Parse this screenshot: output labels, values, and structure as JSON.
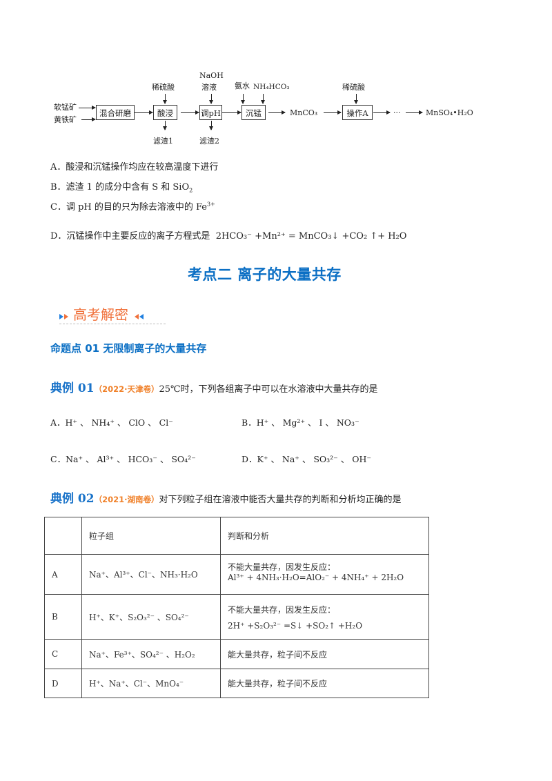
{
  "flowchart": {
    "inputs": [
      "软锰矿",
      "黄铁矿"
    ],
    "steps": [
      {
        "label": "混合研磨"
      },
      {
        "label": "酸浸",
        "reagent": "稀硫酸",
        "residue": "滤渣1"
      },
      {
        "label": "调pH",
        "reagent_line1": "NaOH",
        "reagent_line2": "溶液",
        "residue": "滤渣2"
      },
      {
        "label": "沉锰",
        "reagent_a": "氨水",
        "reagent_b": "NH₄HCO₃"
      },
      {
        "label": "操作A",
        "reagent": "稀硫酸"
      }
    ],
    "intermediate": "MnCO₃",
    "ellipsis": "···",
    "product": "MnSO₄•H₂O"
  },
  "question_options": {
    "A": "A．酸浸和沉锰操作均应在较高温度下进行",
    "B_prefix": "B．滤渣 1 的成分中含有 S 和 SiO",
    "B_sub": "2",
    "C_prefix": "C．调 pH 的目的只为除去溶液中的 Fe",
    "C_sup": "3+",
    "D_prefix": "D．沉锰操作中主要反应的离子方程式是",
    "D_equation": "2HCO₃⁻ +Mn²⁺ = MnCO₃↓ +CO₂ ↑+ H₂O"
  },
  "section": {
    "title": "考点二  离子的大量共存",
    "banner": "高考解密",
    "subtopic": "命题点 01  无限制离子的大量共存"
  },
  "example1": {
    "label": "典例 01",
    "source": "（2022·天津卷）",
    "question": "25℃时，下列各组离子中可以在水溶液中大量共存的是",
    "options": {
      "A": {
        "letter": "A．",
        "ions": "H⁺ 、 NH₄⁺ 、 ClO 、 Cl⁻"
      },
      "B": {
        "letter": "B．",
        "ions": "H⁺ 、 Mg²⁺ 、 I 、 NO₃⁻"
      },
      "C": {
        "letter": "C．",
        "ions": "Na⁺ 、 Al³⁺ 、 HCO₃⁻ 、 SO₄²⁻"
      },
      "D": {
        "letter": "D．",
        "ions": "K⁺ 、 Na⁺ 、 SO₃²⁻ 、 OH⁻"
      }
    }
  },
  "example2": {
    "label": "典例 02",
    "source": "（2021·湖南卷）",
    "question": "对下列粒子组在溶液中能否大量共存的判断和分析均正确的是",
    "table": {
      "headers": [
        "",
        "粒子组",
        "判断和分析"
      ],
      "rows": [
        {
          "option": "A",
          "particles": "Na⁺、Al³⁺、Cl⁻、NH₃·H₂O",
          "analysis_line1": "不能大量共存，因发生反应：",
          "analysis_line2": "Al³⁺ + 4NH₃·H₂O=AlO₂⁻ + 4NH₄⁺ + 2H₂O"
        },
        {
          "option": "B",
          "particles": "H⁺、K⁺、S₂O₃²⁻ 、SO₄²⁻",
          "analysis_line1": "不能大量共存，因发生反应：",
          "analysis_line2": "2H⁺ +S₂O₃²⁻ =S↓ +SO₂↑ +H₂O"
        },
        {
          "option": "C",
          "particles": "Na⁺、Fe³⁺、SO₄²⁻ 、H₂O₂",
          "analysis_line1": "能大量共存，粒子间不反应",
          "analysis_line2": ""
        },
        {
          "option": "D",
          "particles": "H⁺、Na⁺、Cl⁻、MnO₄⁻",
          "analysis_line1": "能大量共存，粒子间不反应",
          "analysis_line2": ""
        }
      ]
    }
  },
  "colors": {
    "heading_blue": "#0b6fc4",
    "example_blue": "#1a73c9",
    "source_orange": "#f0812a",
    "banner_orange": "#f0703a",
    "banner_arrow_blue": "#1e7fe0"
  }
}
